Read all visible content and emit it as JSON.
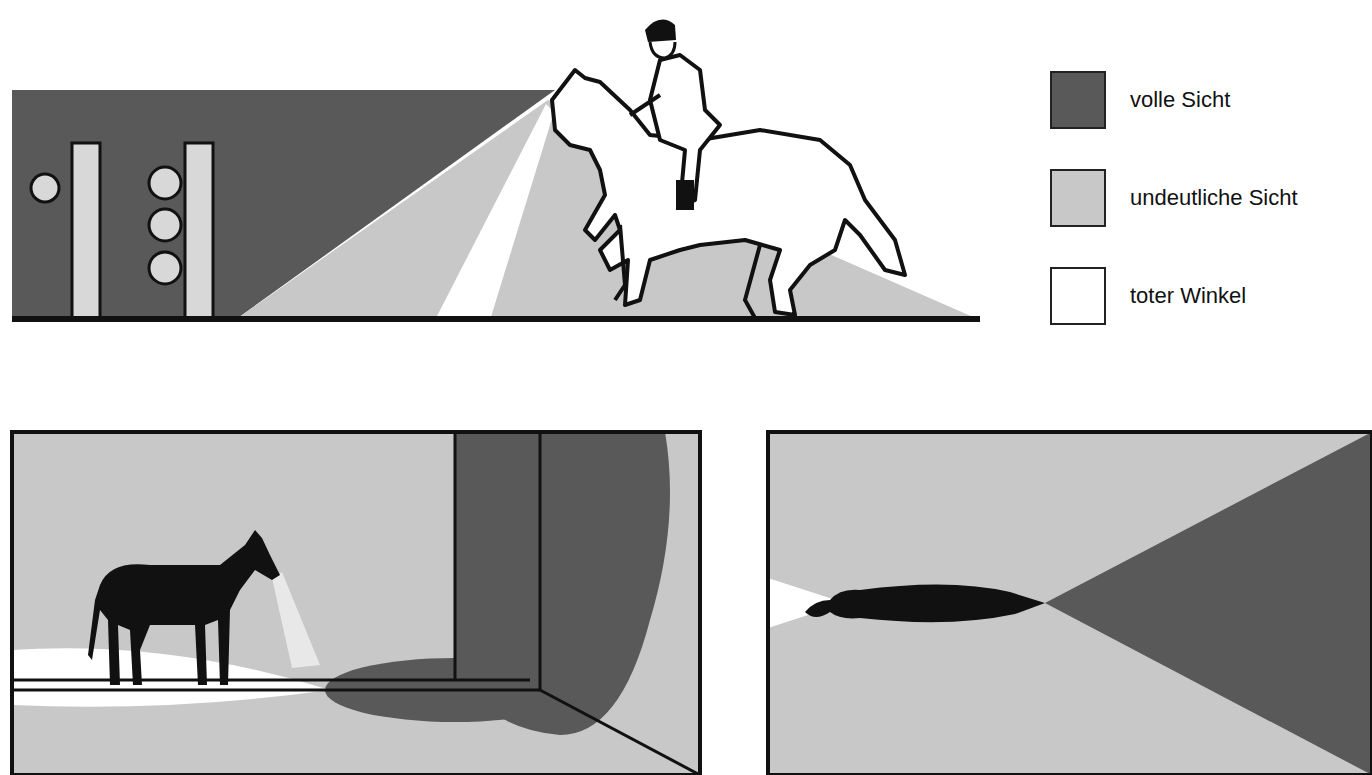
{
  "diagram": {
    "legend": [
      {
        "text": "volle Sicht",
        "color": "#595959"
      },
      {
        "text": "undeutliche Sicht",
        "color": "#c8c8c8"
      },
      {
        "text": "toter Winkel",
        "color": "#ffffff"
      }
    ]
  }
}
